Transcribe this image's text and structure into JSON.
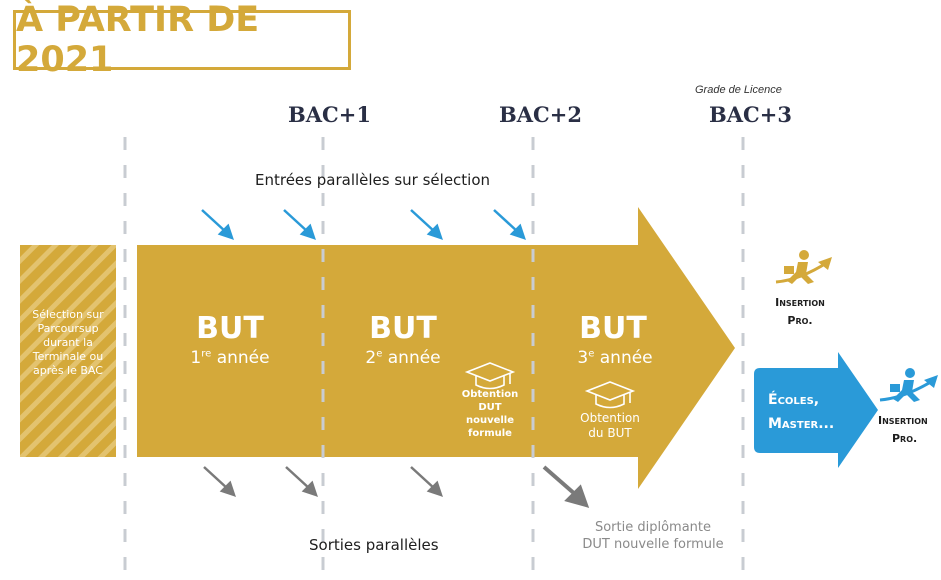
{
  "title": "À PARTIR DE 2021",
  "bac_labels": [
    "BAC+1",
    "BAC+2",
    "BAC+3"
  ],
  "grade_note": "Grade de Licence",
  "entrees_label": "Entrées parallèles sur sélection",
  "sorties_label": "Sorties parallèles",
  "selection_text": [
    "Sélection sur",
    "Parcoursup",
    "durant la",
    "Terminale ou",
    "après le BAC"
  ],
  "years": [
    {
      "but": "BUT",
      "num": "1",
      "sup": "re",
      "annee": "année"
    },
    {
      "but": "BUT",
      "num": "2",
      "sup": "e",
      "annee": "année"
    },
    {
      "but": "BUT",
      "num": "3",
      "sup": "e",
      "annee": "année"
    }
  ],
  "obtention_dut": [
    "Obtention",
    "DUT",
    "nouvelle",
    "formule"
  ],
  "obtention_but": [
    "Obtention",
    "du BUT"
  ],
  "insertion_1": [
    "Insertion",
    "Pro."
  ],
  "insertion_2": [
    "Insertion",
    "Pro."
  ],
  "ecoles": [
    "Écoles,",
    "Master..."
  ],
  "sortie_diplomante": [
    "Sortie diplômante",
    "DUT nouvelle formule"
  ],
  "colors": {
    "gold": "#d4a93a",
    "blue": "#2a9ad8",
    "gray_arrow": "#7a7a7a",
    "dash": "#c8ccd2",
    "bac_text": "#2a2f45"
  },
  "icons": [
    "graduation-cap-icon",
    "running-man-icon",
    "arrow-icon"
  ]
}
